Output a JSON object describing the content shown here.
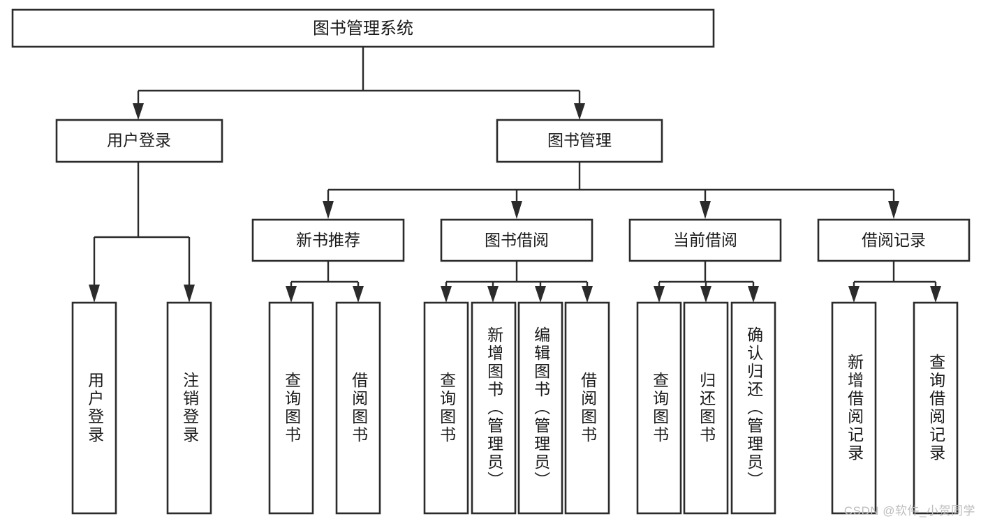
{
  "diagram": {
    "type": "hierarchy-tree",
    "title": "图书管理系统",
    "levels": 4,
    "root": {
      "id": "root",
      "label": "图书管理系统"
    },
    "level2": [
      {
        "id": "user-login",
        "label": "用户登录"
      },
      {
        "id": "book-management",
        "label": "图书管理"
      }
    ],
    "level3": [
      {
        "id": "new-book-recommend",
        "label": "新书推荐",
        "parent": "book-management"
      },
      {
        "id": "book-borrow",
        "label": "图书借阅",
        "parent": "book-management"
      },
      {
        "id": "current-borrow",
        "label": "当前借阅",
        "parent": "book-management"
      },
      {
        "id": "borrow-record",
        "label": "借阅记录",
        "parent": "book-management"
      }
    ],
    "leaves": {
      "user_login": [
        {
          "id": "leaf-user-login",
          "label": "用户登录"
        },
        {
          "id": "leaf-user-logout",
          "label": "注销登录"
        }
      ],
      "new_book_recommend": [
        {
          "id": "leaf-query-book-1",
          "label": "查询图书"
        },
        {
          "id": "leaf-borrow-book-1",
          "label": "借阅图书"
        }
      ],
      "book_borrow": [
        {
          "id": "leaf-query-book-2",
          "label": "查询图书"
        },
        {
          "id": "leaf-add-book",
          "label": "新增图书（管理员）"
        },
        {
          "id": "leaf-edit-book",
          "label": "编辑图书（管理员）"
        },
        {
          "id": "leaf-borrow-book-2",
          "label": "借阅图书"
        }
      ],
      "current_borrow": [
        {
          "id": "leaf-query-book-3",
          "label": "查询图书"
        },
        {
          "id": "leaf-return-book",
          "label": "归还图书"
        },
        {
          "id": "leaf-confirm-return",
          "label": "确认归还（管理员）"
        }
      ],
      "borrow_record": [
        {
          "id": "leaf-add-record",
          "label": "新增借阅记录"
        },
        {
          "id": "leaf-query-record",
          "label": "查询借阅记录"
        }
      ]
    }
  },
  "watermark": {
    "text": "CSDN @软件_小贺同学"
  },
  "colors": {
    "stroke": "#2b2b2b",
    "box_fill": "#ffffff",
    "text": "#1a1a1a",
    "watermark": "#bdbdbd",
    "background": "#ffffff"
  }
}
